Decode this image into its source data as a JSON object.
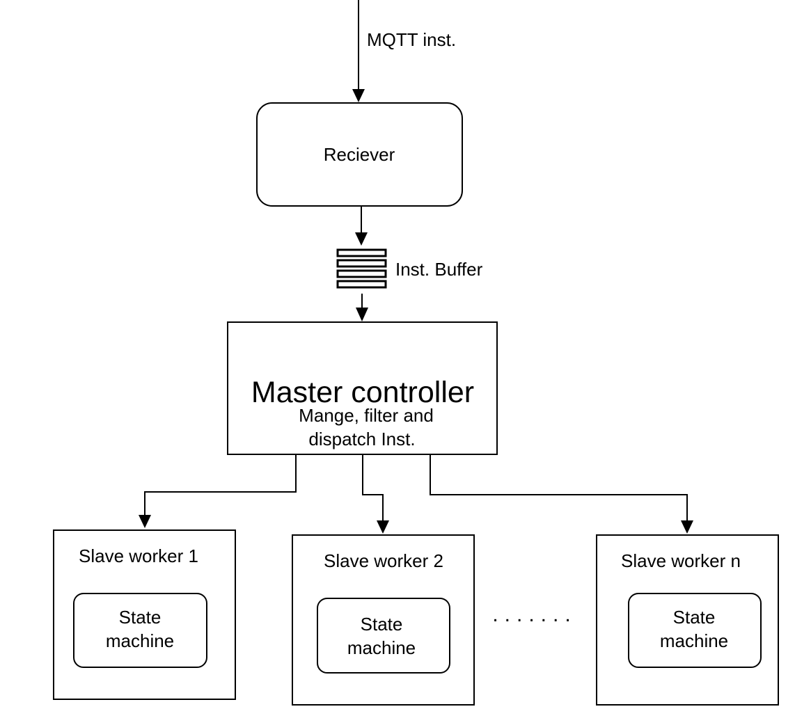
{
  "labels": {
    "input_edge": "MQTT inst.",
    "buffer": "Inst. Buffer"
  },
  "receiver": {
    "title": "Reciever"
  },
  "master": {
    "title": "Master controller",
    "desc_line1": "Mange, filter and",
    "desc_line2": "dispatch Inst."
  },
  "workers": [
    {
      "title": "Slave worker 1",
      "inner_line1": "State",
      "inner_line2": "machine"
    },
    {
      "title": "Slave worker 2",
      "inner_line1": "State",
      "inner_line2": "machine"
    },
    {
      "title": "Slave worker n",
      "inner_line1": "State",
      "inner_line2": "machine"
    }
  ],
  "ellipsis": "......."
}
